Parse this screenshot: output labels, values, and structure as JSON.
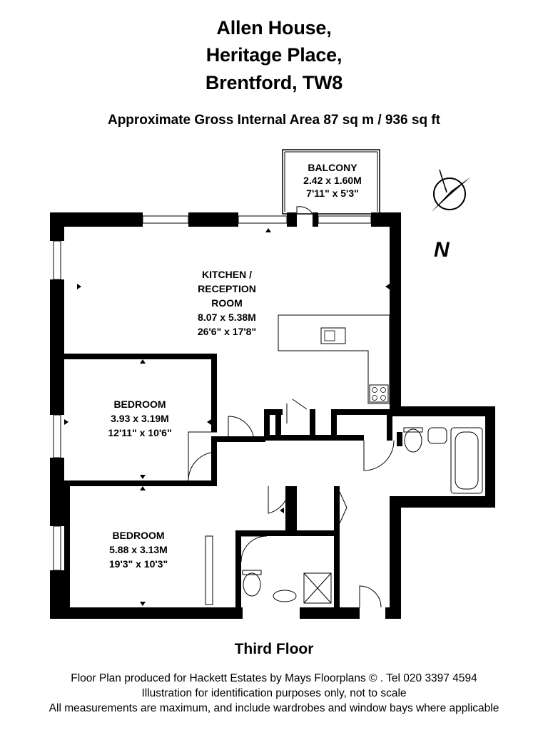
{
  "header": {
    "title_line1": "Allen House,",
    "title_line2": "Heritage Place,",
    "title_line3": "Brentford, TW8",
    "area": "Approximate Gross Internal Area 87 sq m  /  936 sq ft"
  },
  "rooms": {
    "balcony": {
      "name": "BALCONY",
      "metric": "2.42 x 1.60M",
      "imperial": "7'11\" x 5'3\""
    },
    "kitchen": {
      "name_line1": "KITCHEN /",
      "name_line2": "RECEPTION",
      "name_line3": "ROOM",
      "metric": "8.07 x 5.38M",
      "imperial": "26'6\" x 17'8\""
    },
    "bedroom1": {
      "name": "BEDROOM",
      "metric": "3.93 x 3.19M",
      "imperial": "12'11\" x 10'6\""
    },
    "bedroom2": {
      "name": "BEDROOM",
      "metric": "5.88 x 3.13M",
      "imperial": "19'3\" x 10'3\""
    }
  },
  "compass": {
    "label": "N"
  },
  "floor_label": "Third Floor",
  "footer": {
    "line1": "Floor Plan produced for Hackett Estates by Mays Floorplans © . Tel 020 3397 4594",
    "line2": "Illustration for identification purposes only, not to scale",
    "line3": "All measurements are maximum, and include wardrobes and window bays where applicable"
  }
}
